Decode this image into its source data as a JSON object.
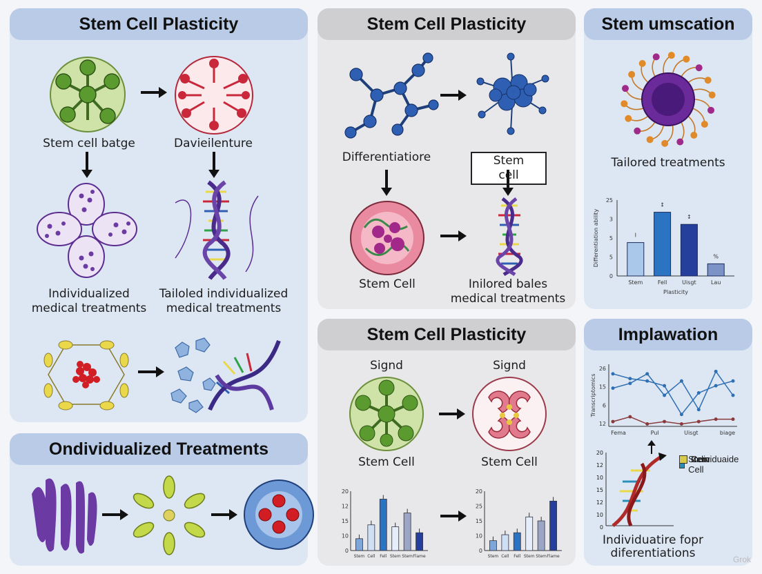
{
  "panels": {
    "top_left_title": "Stem Cell Plasticity",
    "top_mid_title": "Stem Cell Plasticity",
    "top_right_title": "Stem umscation",
    "mid_mid_title": "Stem Cell Plasticity",
    "mid_right_title": "Implawation",
    "bottom_left_title": "Ondividualized Treatments"
  },
  "labels": {
    "stem_cell_batge": "Stem cell batge",
    "davielenture": "Davieilenture",
    "individualized": "Individualized\nmedical treatments",
    "tailoed_individualized": "Tailoled individualized\nmedical treatments",
    "differentiatiore": "Differentiatiore",
    "stem_cell_box": "Stem cell",
    "stem_cell_mid": "Stem Cell",
    "inilored_bales": "Inilored bales\nmedical treatments",
    "tailored_treatments": "Tailored treatments",
    "signd_left": "Signd",
    "signd_right": "Signd",
    "stem_cell_left": "Stem Cell",
    "stem_cell_right": "Stem Cell",
    "individuatire": "Individuatire fopr\ndiferentiations"
  },
  "colors": {
    "green": "#5a9a2f",
    "red": "#c8283a",
    "blue": "#2f5fb3",
    "purple": "#5c2d91",
    "yellow": "#e8d84a"
  },
  "chart_data": [
    {
      "type": "bar",
      "categories": [
        "Stem",
        "Fell",
        "Uisgt",
        "Lau"
      ],
      "values": [
        11,
        21,
        17,
        4
      ],
      "colors": [
        "#a9c8ea",
        "#2a74c3",
        "#253f9c",
        "#7b93c7"
      ],
      "annotations": [
        "I",
        "↕",
        "↕",
        "%"
      ],
      "yticks": [
        "25",
        "3",
        "5",
        "5",
        "0"
      ],
      "ylim": [
        0,
        25
      ],
      "xlabel": "Plasticity",
      "ylabel": "Differentiation ability"
    },
    {
      "type": "line",
      "categories": [
        "Fema",
        "Pul",
        "Uisgt",
        "biage"
      ],
      "yticks": [
        "26",
        "15",
        "6",
        "12"
      ],
      "ylim": [
        0,
        26
      ],
      "ylabel": "Transcriptomics",
      "series": [
        {
          "color": "#2f6fb3",
          "values": [
            16,
            18,
            22,
            13,
            19,
            7,
            23,
            13
          ]
        },
        {
          "color": "#2f6fb3",
          "values": [
            22,
            20,
            19,
            17,
            5,
            14,
            17,
            19
          ]
        },
        {
          "color": "#8a3a3a",
          "values": [
            2,
            4,
            1,
            2,
            1,
            2,
            3,
            3
          ]
        }
      ]
    },
    {
      "type": "bar",
      "categories": [
        "Stem",
        "Cell",
        "Fell",
        "Stem",
        "Stem",
        "Flame"
      ],
      "values": [
        6,
        13,
        26,
        12,
        19,
        9
      ],
      "yticks": [
        "20",
        "12",
        "15",
        "10",
        "0"
      ],
      "ylim": [
        0,
        30
      ]
    },
    {
      "type": "bar",
      "categories": [
        "Stem",
        "Cell",
        "Fell",
        "Stem",
        "Stem",
        "Flame"
      ],
      "values": [
        5,
        8,
        9,
        17,
        15,
        25
      ],
      "yticks": [
        "20",
        "25",
        "15",
        "10",
        "0"
      ],
      "ylim": [
        0,
        30
      ]
    }
  ],
  "legend": {
    "items": [
      {
        "label": "Cem",
        "color": "#3b4aa0"
      },
      {
        "label": "Stem Cell",
        "color": "#2a8fb8"
      },
      {
        "label": "Individuaide",
        "color": "#d7c94a"
      }
    ],
    "yticks": [
      "20",
      "12",
      "10",
      "15",
      "12",
      "10",
      "0"
    ]
  },
  "watermark": "Grok"
}
